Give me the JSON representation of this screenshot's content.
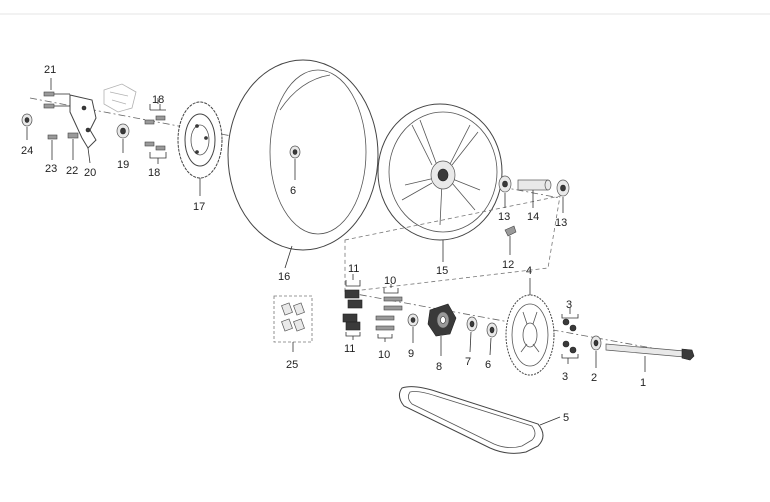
{
  "labels": {
    "p1": "1",
    "p2": "2",
    "p3a": "3",
    "p3b": "3",
    "p4": "4",
    "p5": "5",
    "p6a": "6",
    "p6b": "6",
    "p7": "7",
    "p8": "8",
    "p9": "9",
    "p10a": "10",
    "p10b": "10",
    "p11a": "11",
    "p11b": "11",
    "p12": "12",
    "p13a": "13",
    "p13b": "13",
    "p14": "14",
    "p15": "15",
    "p16": "16",
    "p17": "17",
    "p18a": "18",
    "p18b": "18",
    "p19": "19",
    "p20": "20",
    "p21": "21",
    "p22": "22",
    "p23": "23",
    "p24": "24",
    "p25": "25"
  }
}
